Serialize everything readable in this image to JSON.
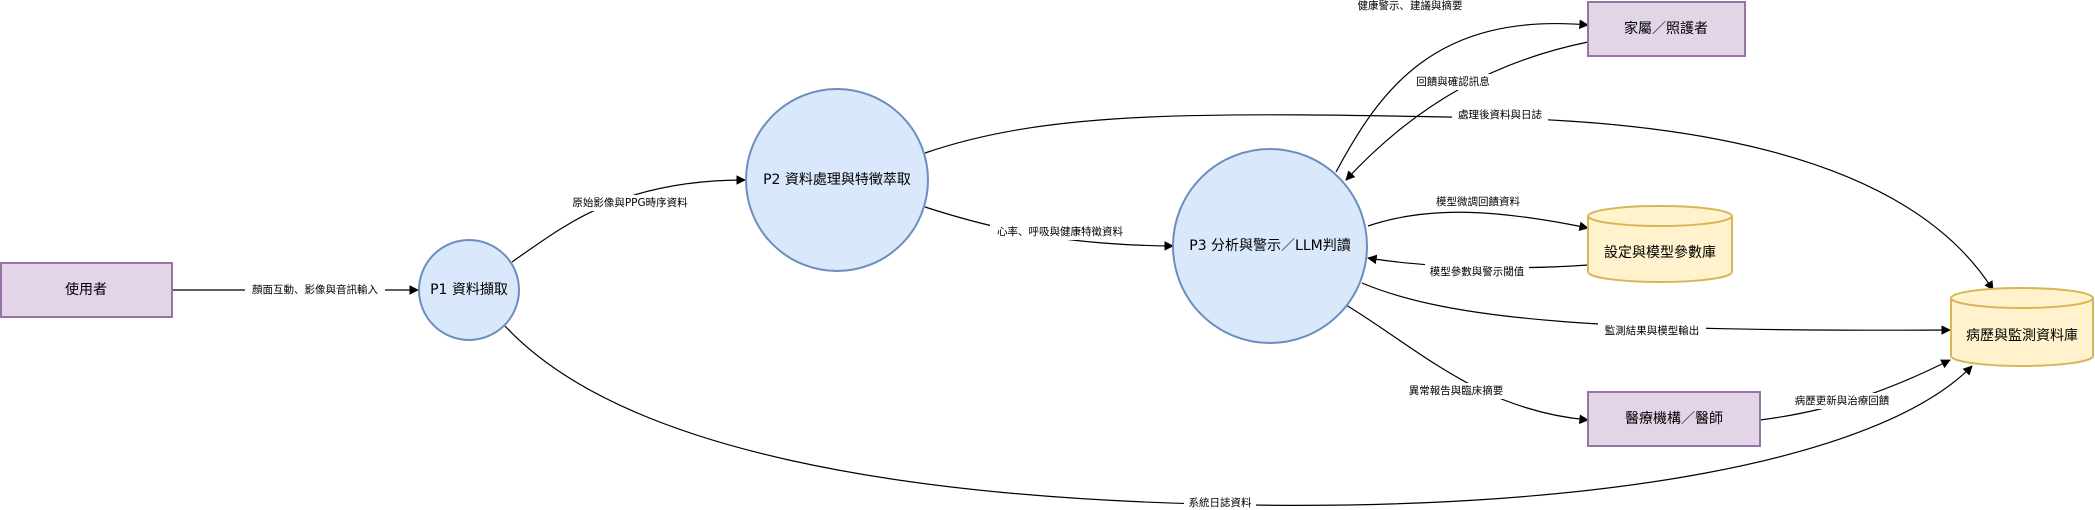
{
  "nodes": {
    "user": "使用者",
    "family": "家屬／照護者",
    "medical": "醫療機構／醫師",
    "p1": "P1 資料擷取",
    "p2": "P2 資料處理與特徵萃取",
    "p3": "P3 分析與警示／LLM判讀",
    "settings_db": "設定與模型參數庫",
    "history_db": "病歷與監測資料庫"
  },
  "edges": {
    "user_to_p1": "顏面互動、影像與音訊輸入",
    "p1_to_p2": "原始影像與PPG時序資料",
    "p2_to_p3": "心率、呼吸與健康特徵資料",
    "p3_to_family": "健康警示、建議與摘要",
    "family_to_p3": "回饋與確認訊息",
    "p2_to_history": "處理後資料與日誌",
    "p3_to_settings": "模型微調回饋資料",
    "settings_to_p3": "模型參數與警示閾值",
    "p3_to_history": "監測結果與模型輸出",
    "p3_to_medical": "異常報告與臨床摘要",
    "medical_to_history": "病歷更新與治療回饋",
    "p1_to_history": "系統日誌資料"
  }
}
